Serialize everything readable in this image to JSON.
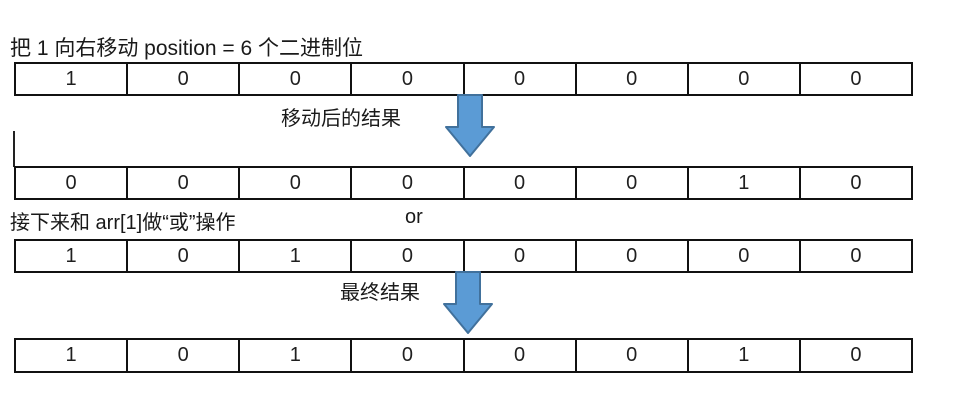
{
  "title": "把 1 向右移动 position = 6 个二进制位",
  "labels": {
    "shift_result": "移动后的结果",
    "or_operation": "接下来和 arr[1]做“或”操作",
    "or": "or",
    "final_result": "最终结果"
  },
  "rows": [
    {
      "id": "initial",
      "bits": [
        "1",
        "0",
        "0",
        "0",
        "0",
        "0",
        "0",
        "0"
      ]
    },
    {
      "id": "after_shift",
      "bits": [
        "0",
        "0",
        "0",
        "0",
        "0",
        "0",
        "1",
        "0"
      ]
    },
    {
      "id": "arr_1",
      "bits": [
        "1",
        "0",
        "1",
        "0",
        "0",
        "0",
        "0",
        "0"
      ]
    },
    {
      "id": "final",
      "bits": [
        "1",
        "0",
        "1",
        "0",
        "0",
        "0",
        "1",
        "0"
      ]
    }
  ],
  "colors": {
    "arrow_fill": "#5B9BD5",
    "arrow_stroke": "#41719C",
    "table_border": "#111111",
    "text": "#1a1a1a"
  }
}
